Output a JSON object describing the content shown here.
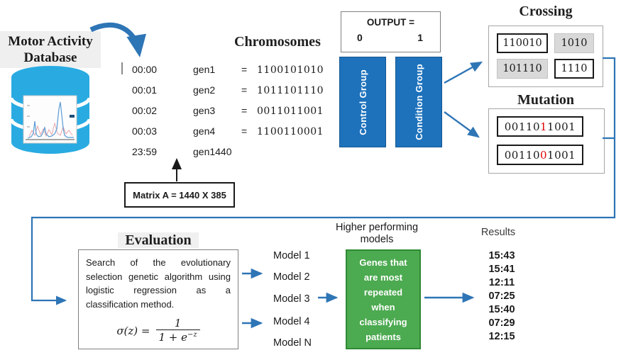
{
  "database": {
    "label_line1": "Motor Activity",
    "label_line2": "Database",
    "icon": "database-cylinder-with-activity-chart"
  },
  "chromosomes": {
    "title": "Chromosomes",
    "rows": [
      {
        "time": "00:00",
        "gen": "gen1",
        "eq": "=",
        "value": "1100101010"
      },
      {
        "time": "00:01",
        "gen": "gen2",
        "eq": "=",
        "value": "1011101110"
      },
      {
        "time": "00:02",
        "gen": "gen3",
        "eq": "=",
        "value": "0011011001"
      },
      {
        "time": "00:03",
        "gen": "gen4",
        "eq": "=",
        "value": "1100110001"
      },
      {
        "time": "23:59",
        "gen": "gen1440",
        "eq": "",
        "value": ""
      }
    ],
    "matrix_label": "Matrix A = 1440 X 385"
  },
  "output": {
    "title": "OUTPUT =",
    "left_value": "0",
    "right_value": "1"
  },
  "groups": {
    "control": "Control Group",
    "condition": "Condition Group"
  },
  "crossing": {
    "title": "Crossing",
    "cells": [
      "110010",
      "1010",
      "101110",
      "1110"
    ]
  },
  "mutation": {
    "title": "Mutation",
    "rows": [
      {
        "prefix": "00110",
        "mutated": "1",
        "suffix": "1001"
      },
      {
        "prefix": "00110",
        "mutated": "0",
        "suffix": "1001"
      }
    ]
  },
  "evaluation": {
    "title": "Evaluation",
    "description": "Search of the evolutionary selection genetic algorithm using logistic regression as a classification method.",
    "formula": {
      "lhs": "σ(z) =",
      "numerator": "1",
      "denominator_base": "1 + e",
      "denominator_exp": "−z"
    }
  },
  "models": {
    "items": [
      "Model 1",
      "Model 2",
      "Model 3",
      "Model 4",
      "Model N"
    ]
  },
  "higher_models": {
    "title_line1": "Higher performing",
    "title_line2": "models",
    "box_lines": [
      "Genes that",
      "are most",
      "repeated",
      "when",
      "classifying",
      "patients"
    ]
  },
  "results": {
    "title": "Results",
    "times": [
      "15:43",
      "15:41",
      "12:11",
      "07:25",
      "15:40",
      "07:29",
      "12:15"
    ]
  },
  "colors": {
    "arrow_blue": "#2e75b6",
    "bar_blue": "#1e72bc",
    "cylinder_cyan": "#29abe2",
    "green_fill": "#4caa50",
    "green_border": "#2f8a34",
    "gray_cell": "#d9d9d9",
    "mutation_red": "#e00000"
  }
}
